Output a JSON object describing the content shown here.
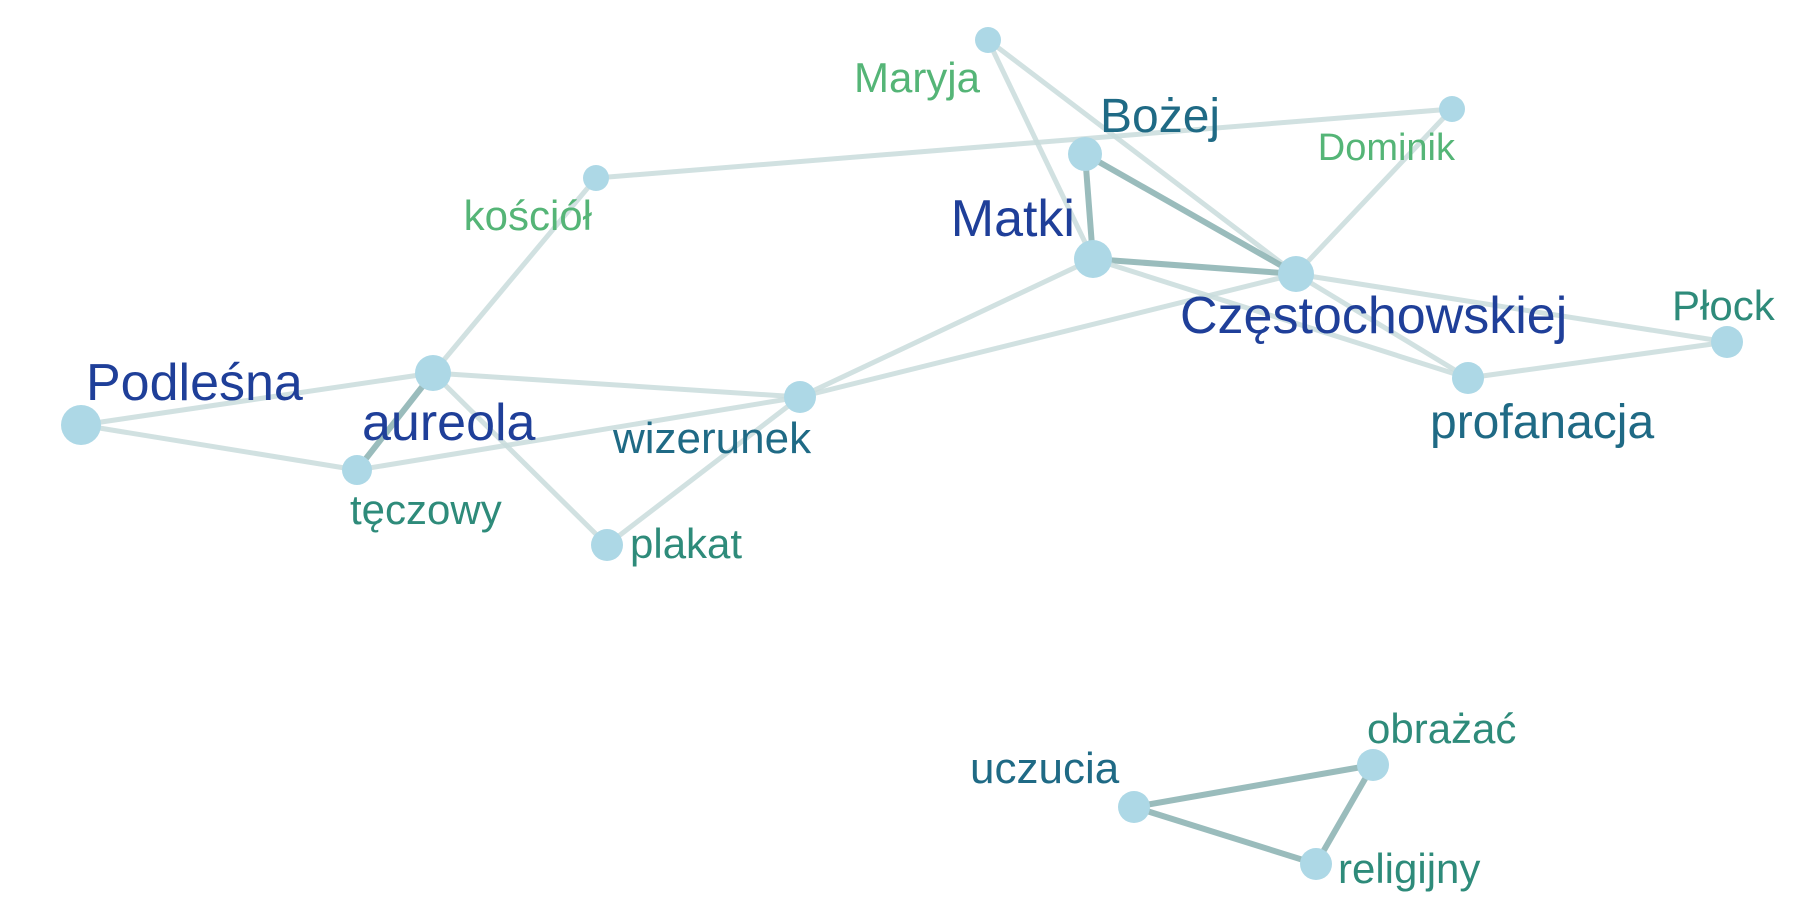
{
  "palette": {
    "background": "#ffffff",
    "node": "#add8e6",
    "edge_light": "#c9dcdc",
    "edge_dark": "#8fb5b5",
    "label_dark_blue": "#1f3f99",
    "label_teal_blue": "#1f6a85",
    "label_teal": "#2e8b7a",
    "label_green": "#55b577"
  },
  "nodes": [
    {
      "id": "maryja",
      "label": "Maryja",
      "color": "label_green",
      "size": "small"
    },
    {
      "id": "bozej",
      "label": "Bożej",
      "color": "label_teal_blue",
      "size": "medium"
    },
    {
      "id": "dominik",
      "label": "Dominik",
      "color": "label_green",
      "size": "small"
    },
    {
      "id": "kosciol",
      "label": "kościół",
      "color": "label_green",
      "size": "small"
    },
    {
      "id": "matki",
      "label": "Matki",
      "color": "label_dark_blue",
      "size": "large"
    },
    {
      "id": "czestochowskiej",
      "label": "Częstochowskiej",
      "color": "label_dark_blue",
      "size": "large"
    },
    {
      "id": "plock",
      "label": "Płock",
      "color": "label_teal",
      "size": "medium"
    },
    {
      "id": "podlesna",
      "label": "Podleśna",
      "color": "label_dark_blue",
      "size": "large"
    },
    {
      "id": "aureola",
      "label": "aureola",
      "color": "label_dark_blue",
      "size": "large"
    },
    {
      "id": "wizerunek",
      "label": "wizerunek",
      "color": "label_teal_blue",
      "size": "medium"
    },
    {
      "id": "profanacja",
      "label": "profanacja",
      "color": "label_teal_blue",
      "size": "medium"
    },
    {
      "id": "teczowy",
      "label": "tęczowy",
      "color": "label_teal",
      "size": "medium"
    },
    {
      "id": "plakat",
      "label": "plakat",
      "color": "label_teal",
      "size": "medium"
    },
    {
      "id": "obrazac",
      "label": "obrażać",
      "color": "label_teal",
      "size": "medium"
    },
    {
      "id": "uczucia",
      "label": "uczucia",
      "color": "label_teal_blue",
      "size": "medium"
    },
    {
      "id": "religijny",
      "label": "religijny",
      "color": "label_teal",
      "size": "medium"
    }
  ],
  "edges": [
    {
      "source": "maryja",
      "target": "matki",
      "weight": "light"
    },
    {
      "source": "maryja",
      "target": "czestochowskiej",
      "weight": "light"
    },
    {
      "source": "bozej",
      "target": "matki",
      "weight": "dark"
    },
    {
      "source": "bozej",
      "target": "czestochowskiej",
      "weight": "dark"
    },
    {
      "source": "kosciol",
      "target": "dominik",
      "weight": "light"
    },
    {
      "source": "kosciol",
      "target": "aureola",
      "weight": "light"
    },
    {
      "source": "dominik",
      "target": "czestochowskiej",
      "weight": "light"
    },
    {
      "source": "matki",
      "target": "czestochowskiej",
      "weight": "dark"
    },
    {
      "source": "matki",
      "target": "wizerunek",
      "weight": "light"
    },
    {
      "source": "matki",
      "target": "profanacja",
      "weight": "light"
    },
    {
      "source": "czestochowskiej",
      "target": "wizerunek",
      "weight": "light"
    },
    {
      "source": "czestochowskiej",
      "target": "profanacja",
      "weight": "light"
    },
    {
      "source": "czestochowskiej",
      "target": "plock",
      "weight": "light"
    },
    {
      "source": "profanacja",
      "target": "plock",
      "weight": "light"
    },
    {
      "source": "podlesna",
      "target": "aureola",
      "weight": "light"
    },
    {
      "source": "podlesna",
      "target": "teczowy",
      "weight": "light"
    },
    {
      "source": "aureola",
      "target": "teczowy",
      "weight": "dark"
    },
    {
      "source": "aureola",
      "target": "wizerunek",
      "weight": "light"
    },
    {
      "source": "aureola",
      "target": "plakat",
      "weight": "light"
    },
    {
      "source": "teczowy",
      "target": "wizerunek",
      "weight": "light"
    },
    {
      "source": "wizerunek",
      "target": "plakat",
      "weight": "light"
    },
    {
      "source": "uczucia",
      "target": "obrazac",
      "weight": "dark"
    },
    {
      "source": "uczucia",
      "target": "religijny",
      "weight": "dark"
    },
    {
      "source": "obrazac",
      "target": "religijny",
      "weight": "dark"
    }
  ]
}
